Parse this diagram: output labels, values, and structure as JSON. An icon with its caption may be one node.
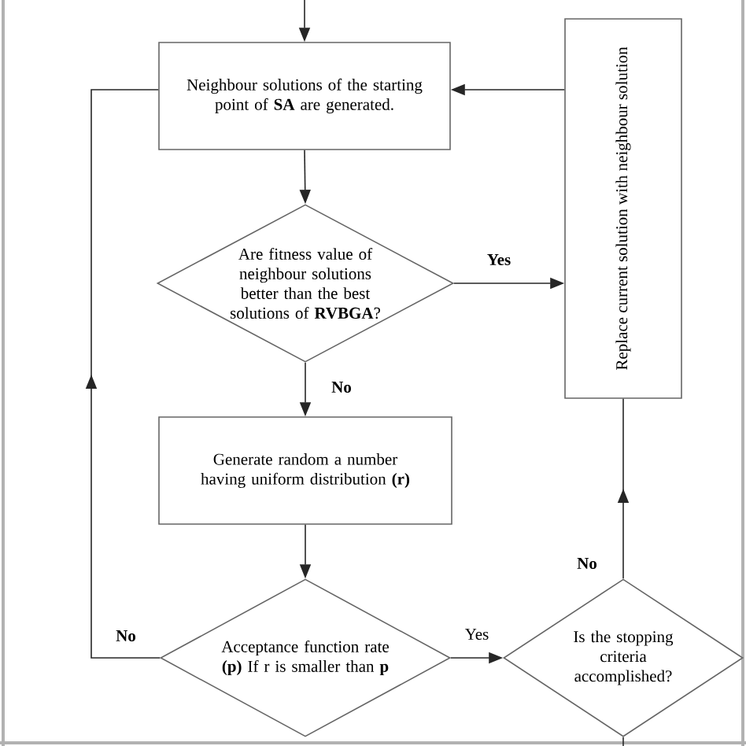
{
  "diagram": {
    "nodes": [
      {
        "text": [
          "Neighbour solutions of the starting point of **SA** are generated."
        ]
      },
      {
        "text": [
          "Are fitness value of neighbour solutions better than the best solutions of **RVBGA**?"
        ]
      },
      {
        "text": [
          "Generate random a number having uniform distribution **(r)**"
        ]
      },
      {
        "text": [
          "Acceptance function rate **(p)** If r is smaller than **p**"
        ]
      },
      {
        "text": [
          "Is the stopping criteria accomplished?"
        ]
      },
      {
        "text": [
          "Replace current solution with neighbour solution"
        ]
      }
    ],
    "edges": [
      {
        "from": null,
        "to": 0,
        "arrow": "to"
      },
      {
        "from": 0,
        "to": 1,
        "arrow": "to"
      },
      {
        "from": 1,
        "to": 5,
        "arrow": "to",
        "label": "Yes"
      },
      {
        "from": 1,
        "to": 2,
        "arrow": "to",
        "label": "No"
      },
      {
        "from": 2,
        "to": 3,
        "arrow": "to"
      },
      {
        "from": 3,
        "to": 0,
        "arrow": "to",
        "label": "No"
      },
      {
        "from": 3,
        "to": 4,
        "arrow": "to",
        "label": "Yes"
      },
      {
        "from": 4,
        "to": 5,
        "arrow": "to",
        "label": "No"
      },
      {
        "from": 5,
        "to": 0,
        "arrow": "to"
      },
      {
        "from": 4,
        "to": null,
        "arrow": "none"
      }
    ]
  }
}
